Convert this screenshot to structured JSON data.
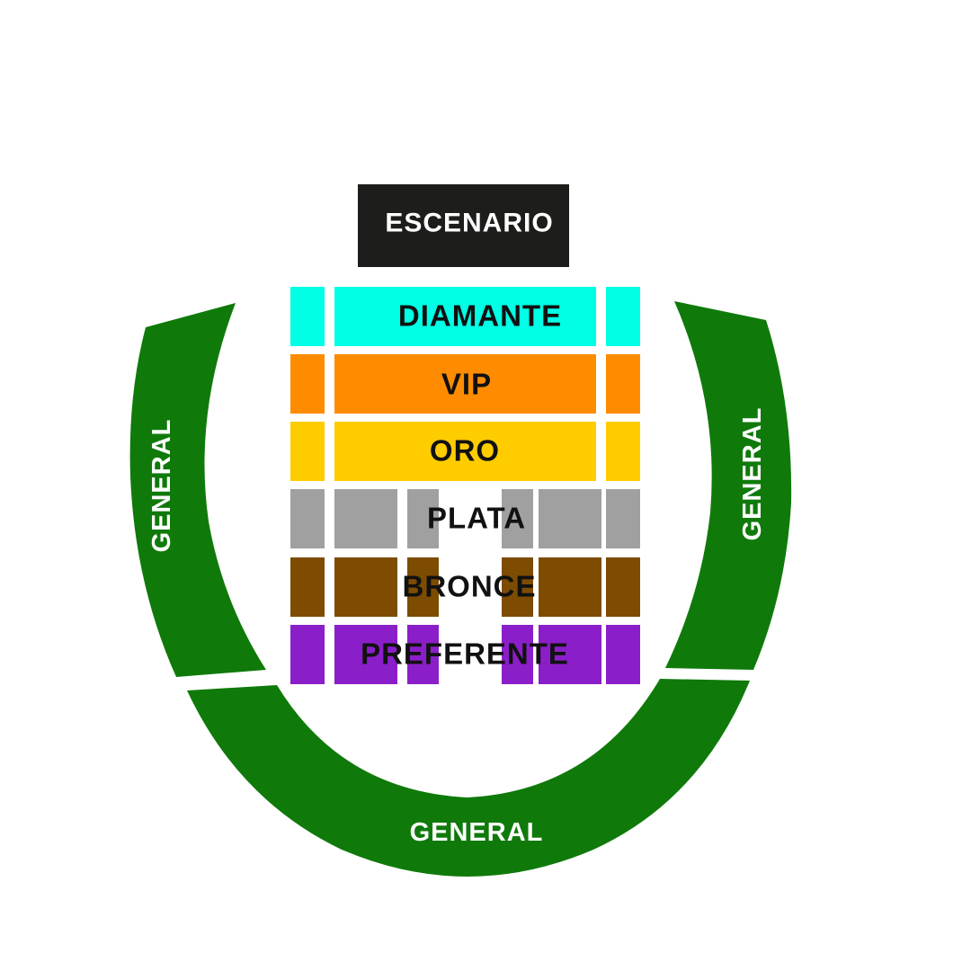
{
  "stage": {
    "label": "ESCENARIO",
    "color": "#1d1d1b"
  },
  "sections": [
    {
      "id": "diamante",
      "label": "DIAMANTE",
      "color": "#00ffe5"
    },
    {
      "id": "vip",
      "label": "VIP",
      "color": "#ff8c00"
    },
    {
      "id": "oro",
      "label": "ORO",
      "color": "#ffcc00"
    },
    {
      "id": "plata",
      "label": "PLATA",
      "color": "#a0a0a0"
    },
    {
      "id": "bronce",
      "label": "BRONCE",
      "color": "#7d4c00"
    },
    {
      "id": "preferente",
      "label": "PREFERENTE",
      "color": "#8a1fc9"
    }
  ],
  "general": {
    "color": "#0f7a0a",
    "left_label": "GENERAL",
    "right_label": "GENERAL",
    "bottom_label": "GENERAL"
  }
}
